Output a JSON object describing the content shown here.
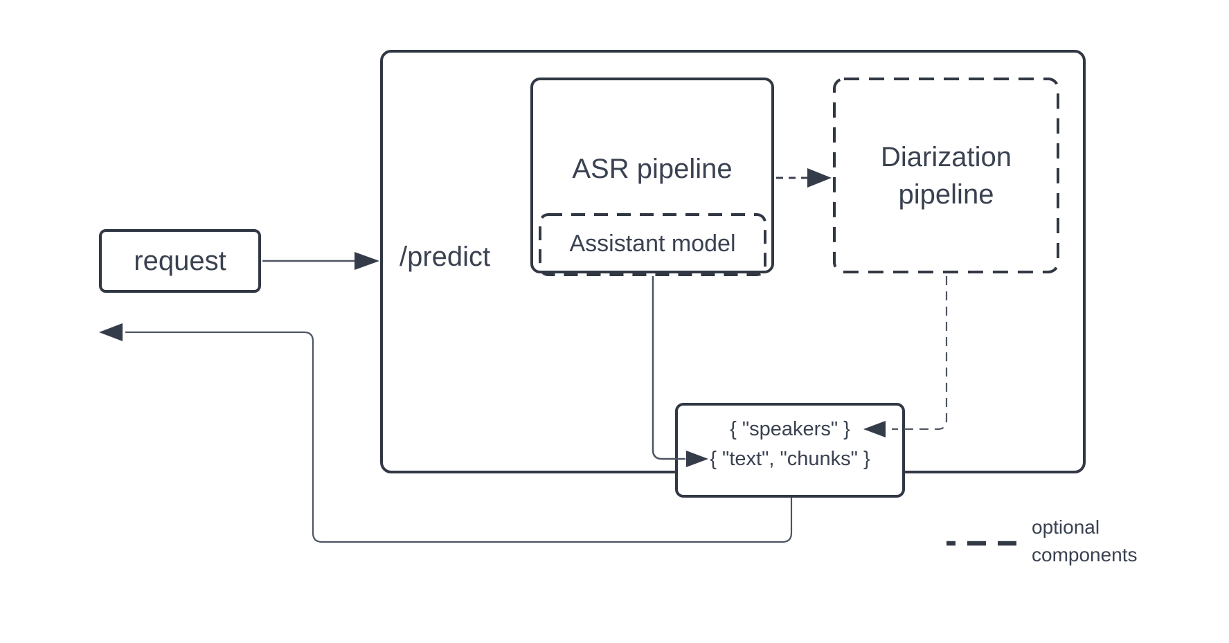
{
  "nodes": {
    "request": {
      "label": "request"
    },
    "predict": {
      "label": "/predict"
    },
    "asr": {
      "label": "ASR pipeline"
    },
    "assistant": {
      "label": "Assistant model"
    },
    "diarization": {
      "label": "Diarization pipeline"
    },
    "output": {
      "speakers": "{ \"speakers\" }",
      "text_chunks": "{ \"text\", \"chunks\" }"
    }
  },
  "legend": {
    "label": "optional components"
  },
  "colors": {
    "box_stroke": "#313843",
    "text": "#3A4150",
    "connector": "#4D5462",
    "arrowhead": "#353C49",
    "background": "#FFFFFF"
  }
}
